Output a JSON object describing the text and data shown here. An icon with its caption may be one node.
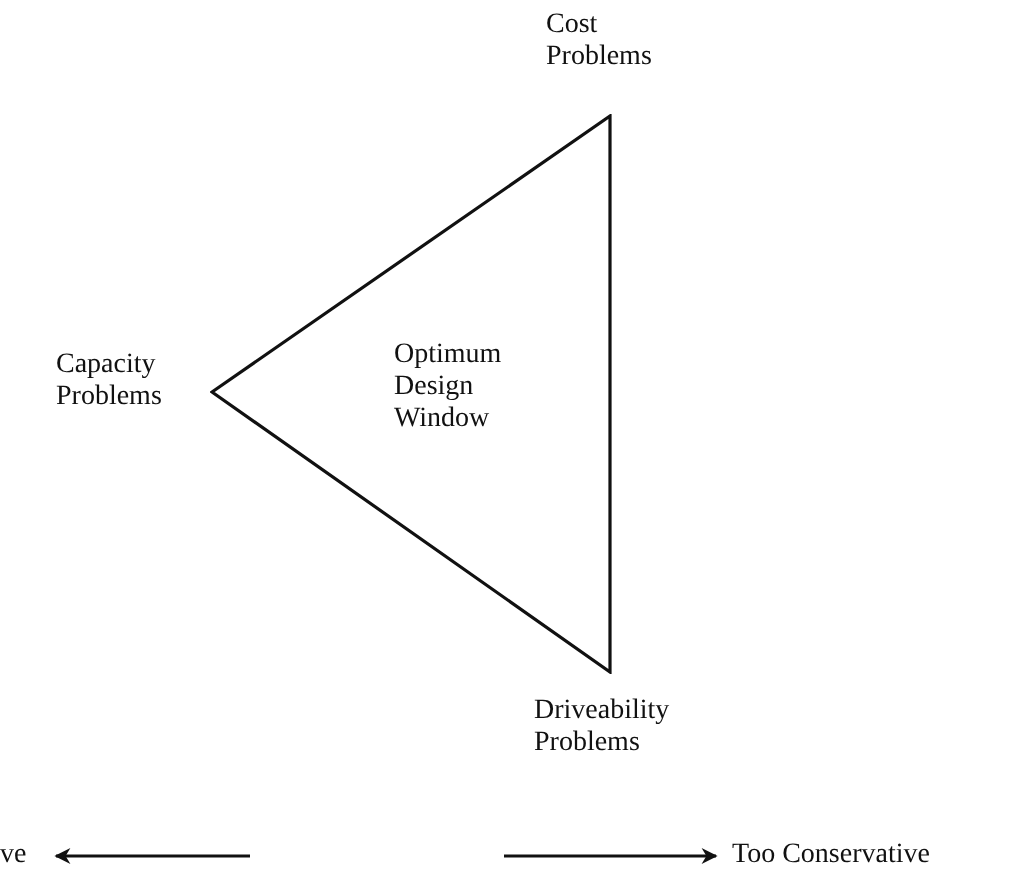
{
  "diagram": {
    "nodes": [
      {
        "text": [
          "Optimum Design Window"
        ]
      },
      {
        "text": [
          "ve"
        ]
      },
      {
        "text": [
          "Too Conservative"
        ]
      }
    ],
    "edges": [
      {
        "from": null,
        "to": 1,
        "arrow": "to"
      },
      {
        "from": null,
        "to": 2,
        "arrow": "to"
      }
    ],
    "labels": [
      "Cost Problems",
      "Capacity Problems",
      "Driveability Problems"
    ]
  }
}
